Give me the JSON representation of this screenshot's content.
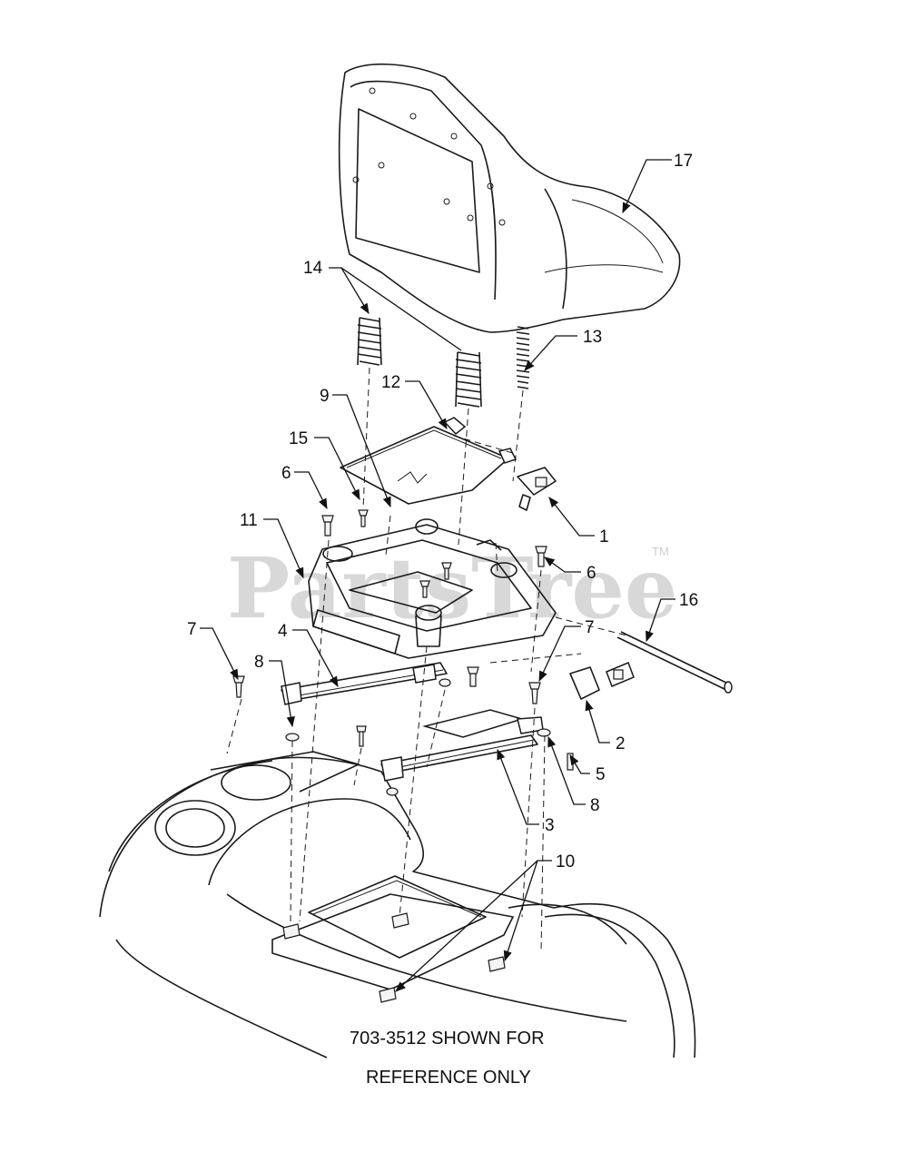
{
  "watermark": {
    "text": "PartsTree",
    "trademark": "TM"
  },
  "callouts": [
    "17",
    "14",
    "13",
    "12",
    "9",
    "15",
    "1",
    "6",
    "11",
    "6",
    "16",
    "7",
    "7",
    "4",
    "8",
    "2",
    "5",
    "8",
    "3",
    "10"
  ],
  "note": {
    "line1": "703-3512 SHOWN FOR",
    "line2": "REFERENCE ONLY"
  }
}
